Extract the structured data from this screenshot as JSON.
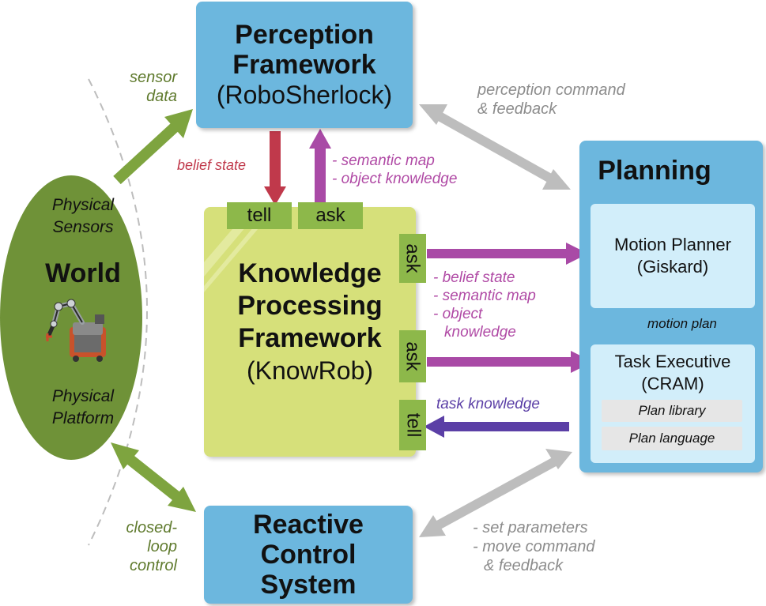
{
  "perception": {
    "title_line1": "Perception",
    "title_line2": "Framework",
    "subtitle": "(RoboSherlock)"
  },
  "knowledge": {
    "title_line1": "Knowledge",
    "title_line2": "Processing",
    "title_line3": "Framework",
    "subtitle": "(KnowRob)"
  },
  "reactive": {
    "title_line1": "Reactive",
    "title_line2": "Control",
    "title_line3": "System"
  },
  "planning": {
    "title": "Planning",
    "motion_planner_line1": "Motion Planner",
    "motion_planner_line2": "(Giskard)",
    "motion_plan_label": "motion plan",
    "task_executive_line1": "Task Executive",
    "task_executive_line2": "(CRAM)",
    "plan_library": "Plan library",
    "plan_language": "Plan language"
  },
  "world": {
    "title": "World",
    "physical_sensors_line1": "Physical",
    "physical_sensors_line2": "Sensors",
    "physical_platform_line1": "Physical",
    "physical_platform_line2": "Platform"
  },
  "tags": {
    "tell_top": "tell",
    "ask_top": "ask",
    "ask_right1": "ask",
    "ask_right2": "ask",
    "tell_right": "tell"
  },
  "labels": {
    "sensor_data_line1": "sensor",
    "sensor_data_line2": "data",
    "belief_state": "belief state",
    "semantic_map_line1": "- semantic map",
    "semantic_map_line2": "- object knowledge",
    "perception_cmd_line1": "perception command",
    "perception_cmd_line2": "& feedback",
    "ask_list_line1": "- belief state",
    "ask_list_line2": "- semantic map",
    "ask_list_line3": "- object",
    "ask_list_line4": "knowledge",
    "task_knowledge": "task knowledge",
    "closed_loop_line1": "closed-",
    "closed_loop_line2": "loop",
    "closed_loop_line3": "control",
    "set_params_line1": "- set parameters",
    "set_params_line2": "- move command",
    "set_params_line3": "& feedback"
  },
  "colors": {
    "box_blue": "#6cb7de",
    "knowledge_yellow": "#d6e07a",
    "world_green": "#6f9238",
    "tag_green": "#8db84a",
    "arrow_green": "#7ea43f",
    "arrow_gray": "#bdbdbd",
    "arrow_red": "#c0394b",
    "arrow_magenta": "#a94aa6",
    "arrow_purple": "#5b3fa6",
    "arrow_darkgray": "#6b6b6b"
  }
}
